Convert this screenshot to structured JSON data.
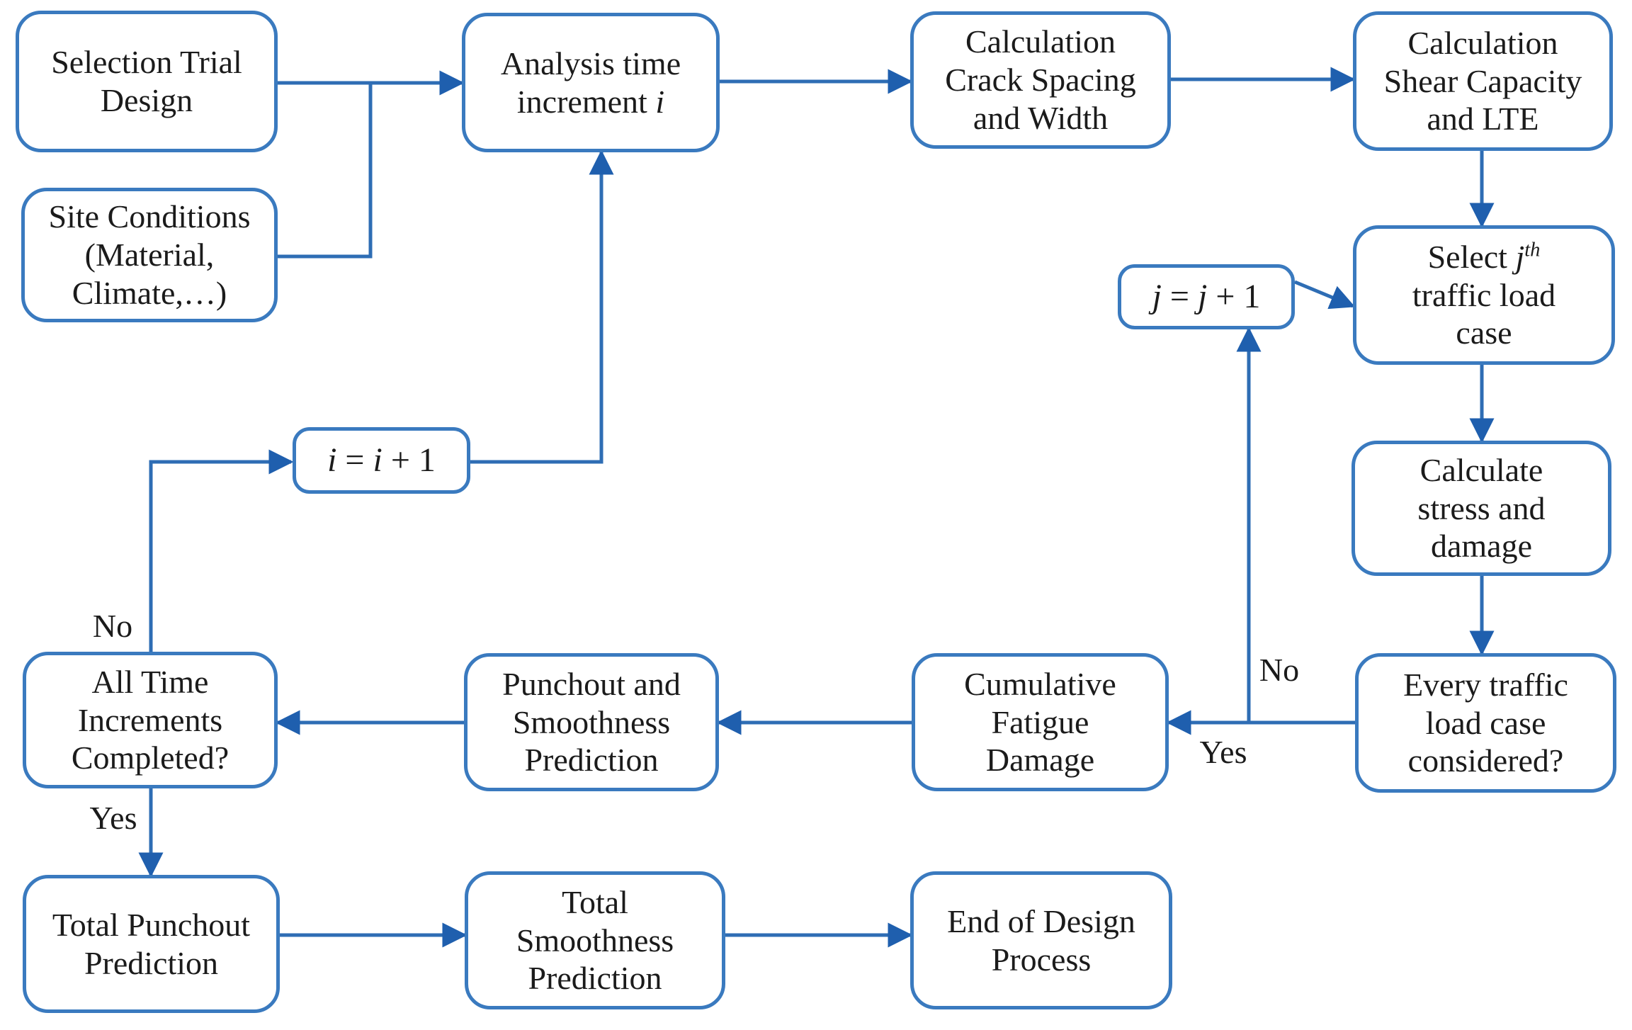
{
  "diagram": {
    "title": "CRCP design process flowchart",
    "colors": {
      "line": "#2e6db4",
      "arrow_fill": "#1f5fae",
      "box_border": "#3a7abf",
      "text": "#1b1b1b",
      "background": "#ffffff"
    },
    "nodes": {
      "selection": {
        "lines": [
          [
            {
              "t": "Selection Trial"
            }
          ],
          [
            {
              "t": "Design"
            }
          ]
        ]
      },
      "site": {
        "lines": [
          [
            {
              "t": "Site Conditions"
            }
          ],
          [
            {
              "t": "(Material,"
            }
          ],
          [
            {
              "t": "Climate,…)"
            }
          ]
        ]
      },
      "analysis": {
        "lines": [
          [
            {
              "t": "Analysis time"
            }
          ],
          [
            {
              "t": "increment "
            },
            {
              "t": "i",
              "i": true
            }
          ]
        ]
      },
      "crack": {
        "lines": [
          [
            {
              "t": "Calculation"
            }
          ],
          [
            {
              "t": "Crack Spacing"
            }
          ],
          [
            {
              "t": "and Width"
            }
          ]
        ]
      },
      "shear": {
        "lines": [
          [
            {
              "t": "Calculation"
            }
          ],
          [
            {
              "t": "Shear Capacity"
            }
          ],
          [
            {
              "t": "and LTE"
            }
          ]
        ]
      },
      "select_j": {
        "lines": [
          [
            {
              "t": "Select "
            },
            {
              "t": "j",
              "i": true
            },
            {
              "t": "th",
              "i": true,
              "sup": true
            }
          ],
          [
            {
              "t": "traffic load"
            }
          ],
          [
            {
              "t": "case"
            }
          ]
        ]
      },
      "j_inc": {
        "lines": [
          [
            {
              "t": "j",
              "i": true
            },
            {
              "t": " = "
            },
            {
              "t": "j",
              "i": true
            },
            {
              "t": " + 1"
            }
          ]
        ]
      },
      "stress": {
        "lines": [
          [
            {
              "t": "Calculate"
            }
          ],
          [
            {
              "t": "stress and"
            }
          ],
          [
            {
              "t": "damage"
            }
          ]
        ]
      },
      "every": {
        "lines": [
          [
            {
              "t": "Every traffic"
            }
          ],
          [
            {
              "t": "load case"
            }
          ],
          [
            {
              "t": "considered?"
            }
          ]
        ]
      },
      "cumulative": {
        "lines": [
          [
            {
              "t": "Cumulative"
            }
          ],
          [
            {
              "t": "Fatigue"
            }
          ],
          [
            {
              "t": "Damage"
            }
          ]
        ]
      },
      "punchout": {
        "lines": [
          [
            {
              "t": "Punchout and"
            }
          ],
          [
            {
              "t": "Smoothness"
            }
          ],
          [
            {
              "t": "Prediction"
            }
          ]
        ]
      },
      "alltime": {
        "lines": [
          [
            {
              "t": "All Time"
            }
          ],
          [
            {
              "t": "Increments"
            }
          ],
          [
            {
              "t": "Completed?"
            }
          ]
        ]
      },
      "i_inc": {
        "lines": [
          [
            {
              "t": "i",
              "i": true
            },
            {
              "t": " = "
            },
            {
              "t": "i",
              "i": true
            },
            {
              "t": " + 1"
            }
          ]
        ]
      },
      "total_punchout": {
        "lines": [
          [
            {
              "t": "Total Punchout"
            }
          ],
          [
            {
              "t": "Prediction"
            }
          ]
        ]
      },
      "total_smooth": {
        "lines": [
          [
            {
              "t": "Total"
            }
          ],
          [
            {
              "t": "Smoothness"
            }
          ],
          [
            {
              "t": "Prediction"
            }
          ]
        ]
      },
      "end": {
        "lines": [
          [
            {
              "t": "End of Design"
            }
          ],
          [
            {
              "t": "Process"
            }
          ]
        ]
      }
    },
    "edge_labels": {
      "no_left": "No",
      "yes_left": "Yes",
      "no_right": "No",
      "yes_right": "Yes"
    }
  }
}
